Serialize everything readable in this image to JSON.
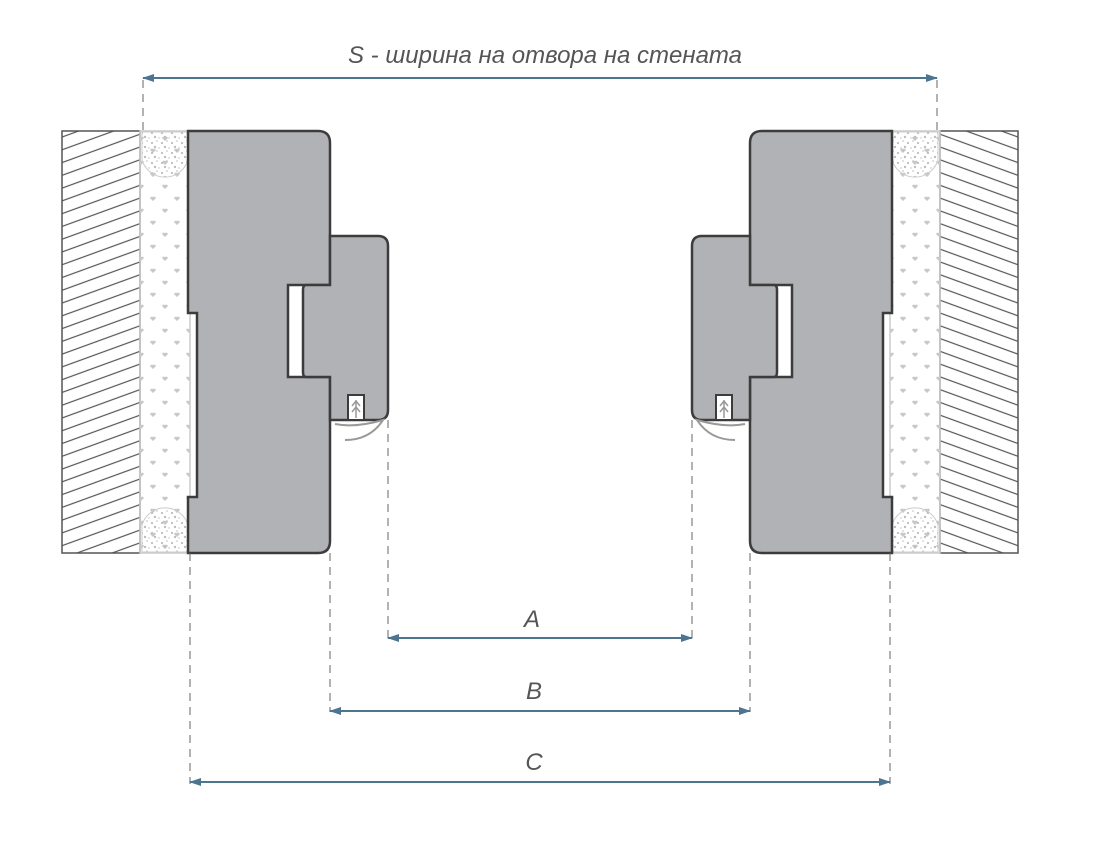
{
  "title": "S - ширина на отвора на стената",
  "dimensions": {
    "a": "A",
    "b": "B",
    "c": "C"
  },
  "colors": {
    "dimension_line": "#4d7590",
    "frame_fill": "#b1b2b5",
    "frame_stroke": "#3c3c3c",
    "foam": "#c9c9c9",
    "wall_hatch": "#555555"
  }
}
